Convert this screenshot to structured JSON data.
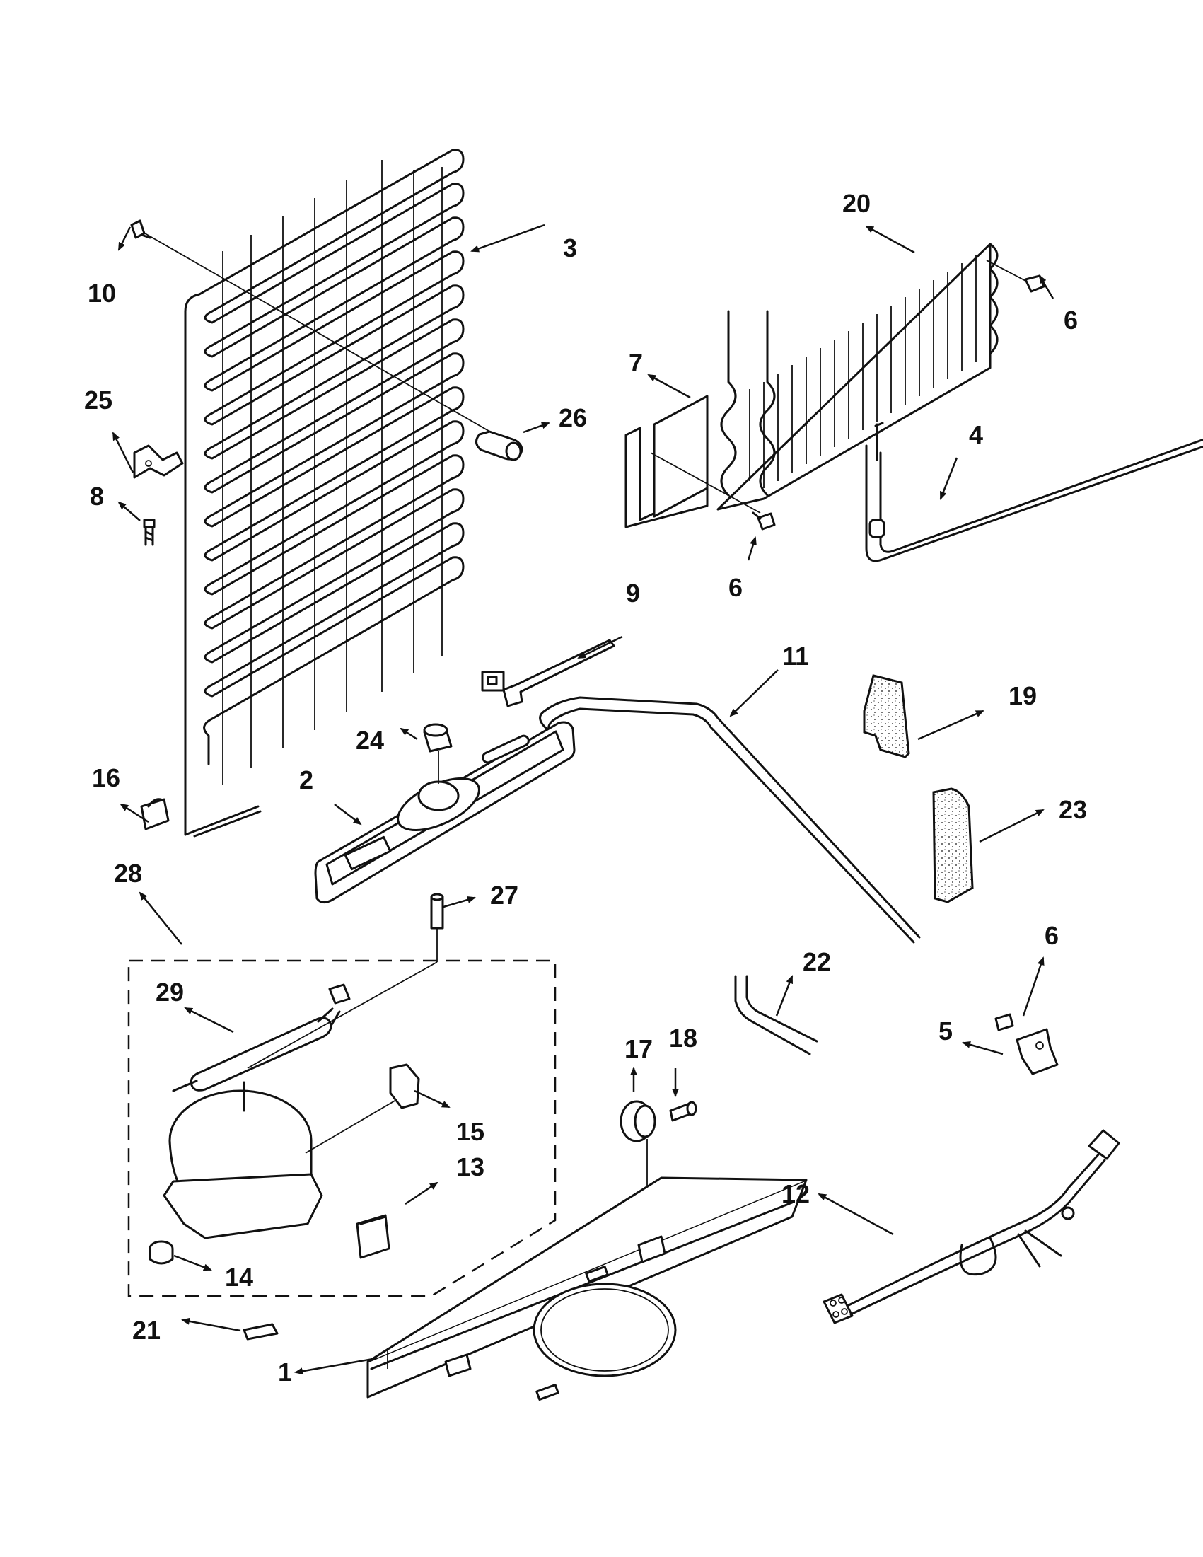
{
  "callouts": [
    {
      "id": "c1",
      "text": "1"
    },
    {
      "id": "c2",
      "text": "2"
    },
    {
      "id": "c3",
      "text": "3"
    },
    {
      "id": "c4",
      "text": "4"
    },
    {
      "id": "c5",
      "text": "5"
    },
    {
      "id": "c6a",
      "text": "6"
    },
    {
      "id": "c6b",
      "text": "6"
    },
    {
      "id": "c6c",
      "text": "6"
    },
    {
      "id": "c7",
      "text": "7"
    },
    {
      "id": "c8",
      "text": "8"
    },
    {
      "id": "c9",
      "text": "9"
    },
    {
      "id": "c10",
      "text": "10"
    },
    {
      "id": "c11",
      "text": "11"
    },
    {
      "id": "c12",
      "text": "12"
    },
    {
      "id": "c13",
      "text": "13"
    },
    {
      "id": "c14",
      "text": "14"
    },
    {
      "id": "c15",
      "text": "15"
    },
    {
      "id": "c16",
      "text": "16"
    },
    {
      "id": "c17",
      "text": "17"
    },
    {
      "id": "c18",
      "text": "18"
    },
    {
      "id": "c19",
      "text": "19"
    },
    {
      "id": "c20",
      "text": "20"
    },
    {
      "id": "c21",
      "text": "21"
    },
    {
      "id": "c22",
      "text": "22"
    },
    {
      "id": "c23",
      "text": "23"
    },
    {
      "id": "c24",
      "text": "24"
    },
    {
      "id": "c25",
      "text": "25"
    },
    {
      "id": "c26",
      "text": "26"
    },
    {
      "id": "c27",
      "text": "27"
    },
    {
      "id": "c28",
      "text": "28"
    },
    {
      "id": "c29",
      "text": "29"
    }
  ]
}
